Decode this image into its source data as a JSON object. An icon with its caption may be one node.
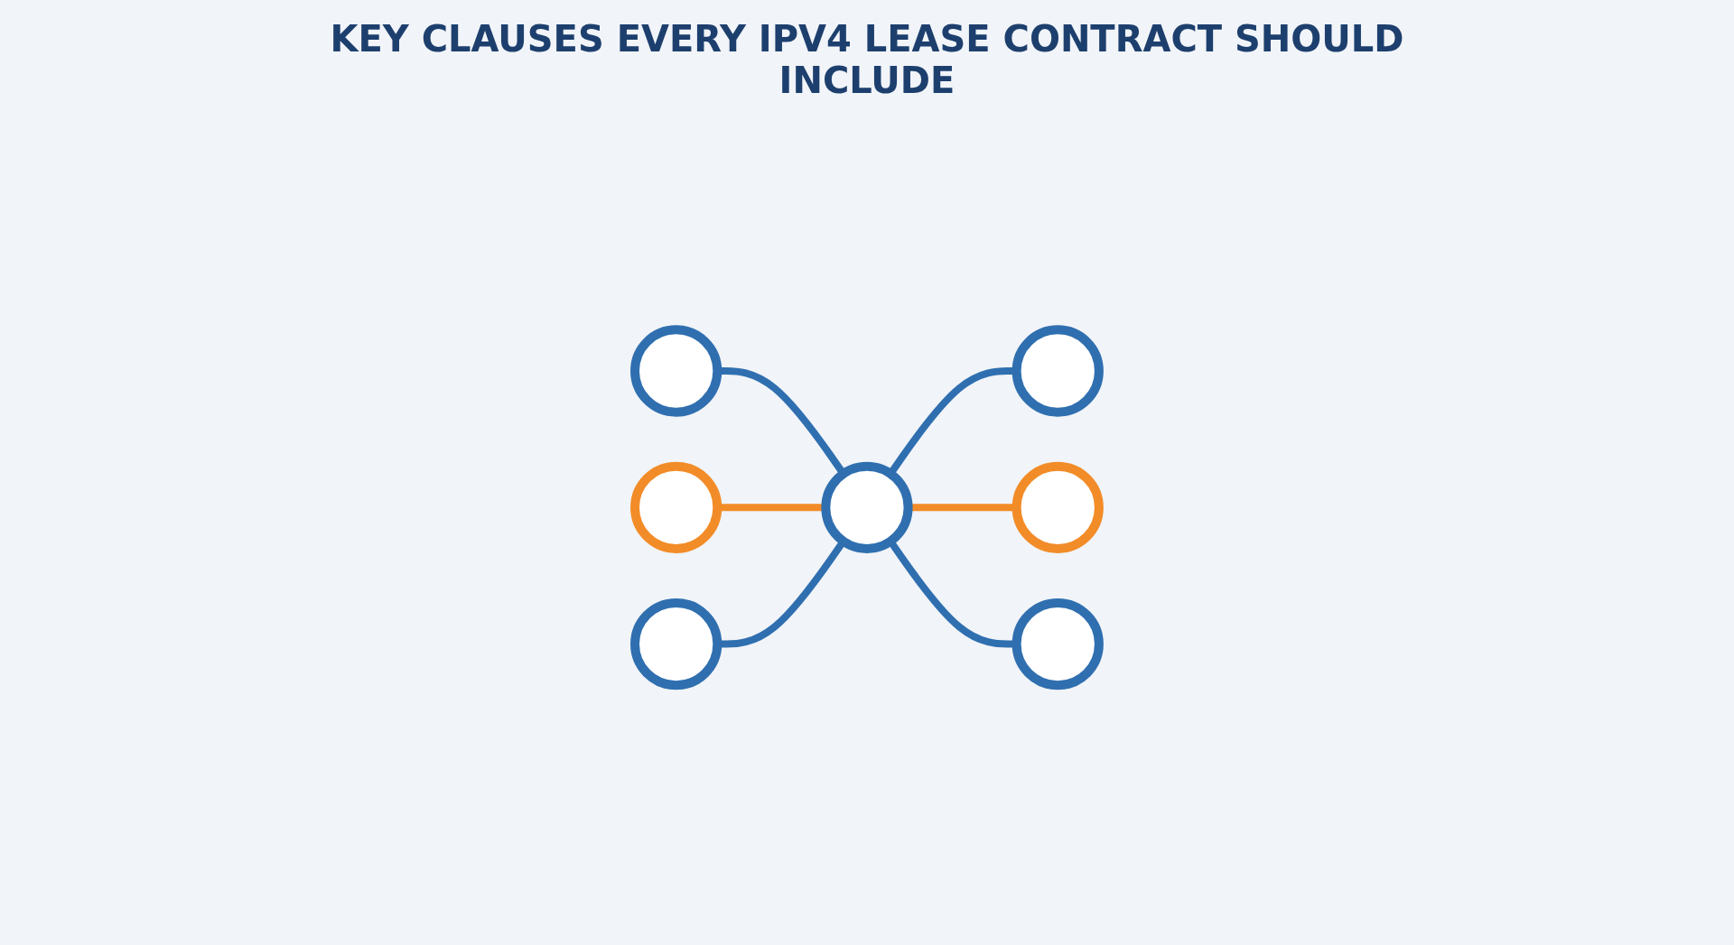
{
  "diagram": {
    "title": "KEY CLAUSES EVERY IPV4 LEASE CONTRACT SHOULD INCLUDE",
    "nodes": [
      {
        "text": [],
        "shape": "circle"
      },
      {
        "text": [],
        "shape": "circle"
      },
      {
        "text": [],
        "shape": "circle"
      },
      {
        "text": [],
        "shape": "circle"
      },
      {
        "text": [],
        "shape": "circle"
      },
      {
        "text": [],
        "shape": "circle"
      },
      {
        "text": [],
        "shape": "circle"
      }
    ],
    "edges": [
      {
        "from": 0,
        "to": 3,
        "arrow": "none"
      },
      {
        "from": 3,
        "to": 1,
        "arrow": "none"
      },
      {
        "from": 2,
        "to": 3,
        "arrow": "none",
        "color": "#f28c28"
      },
      {
        "from": 3,
        "to": 4,
        "arrow": "none",
        "color": "#f28c28"
      },
      {
        "from": 5,
        "to": 3,
        "arrow": "none"
      },
      {
        "from": 3,
        "to": 6,
        "arrow": "none"
      }
    ]
  }
}
